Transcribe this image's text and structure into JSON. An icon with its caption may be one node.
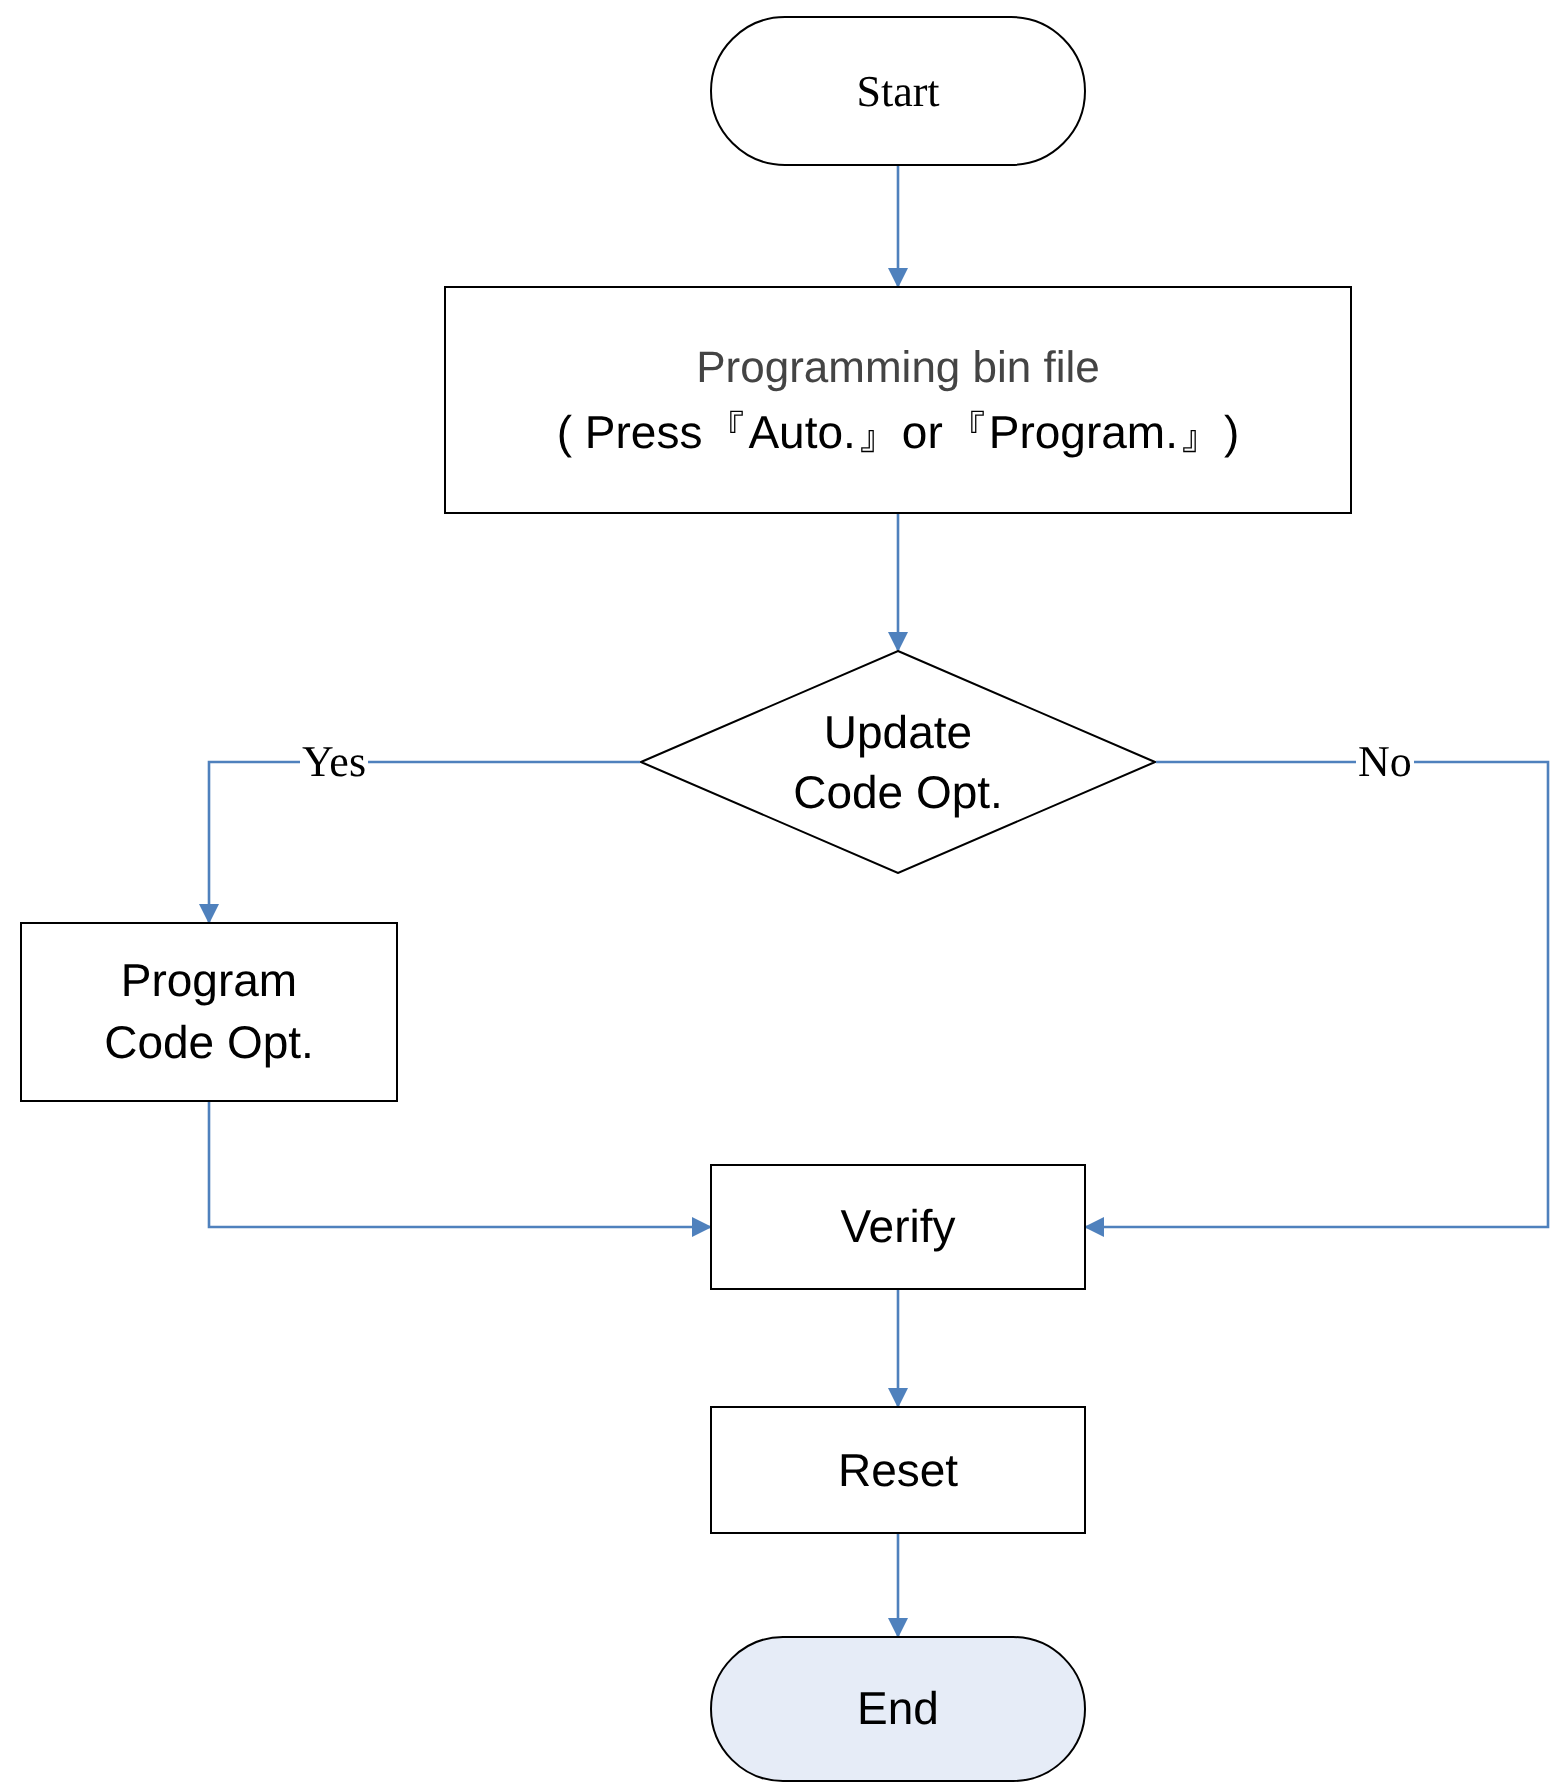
{
  "diagram": {
    "nodes": [
      {
        "text": [
          "Start"
        ]
      },
      {
        "text": [
          "Programming bin file",
          "( Press『Auto.』or『Program.』)"
        ]
      },
      {
        "text": [
          "Update Code Opt."
        ]
      },
      {
        "text": [
          "Program Code Opt."
        ]
      },
      {
        "text": [
          "Verify"
        ]
      },
      {
        "text": [
          "Reset"
        ]
      },
      {
        "text": [
          "End"
        ]
      }
    ],
    "edges": [
      {
        "from": 0,
        "to": 1,
        "arrow": "to"
      },
      {
        "from": 1,
        "to": 2,
        "arrow": "to"
      },
      {
        "from": 2,
        "to": 3,
        "label": "Yes",
        "arrow": "to"
      },
      {
        "from": 2,
        "to": 4,
        "label": "No",
        "arrow": "to"
      },
      {
        "from": 3,
        "to": 4,
        "arrow": "to"
      },
      {
        "from": 4,
        "to": 5,
        "arrow": "to"
      },
      {
        "from": 5,
        "to": 6,
        "arrow": "to"
      }
    ]
  }
}
